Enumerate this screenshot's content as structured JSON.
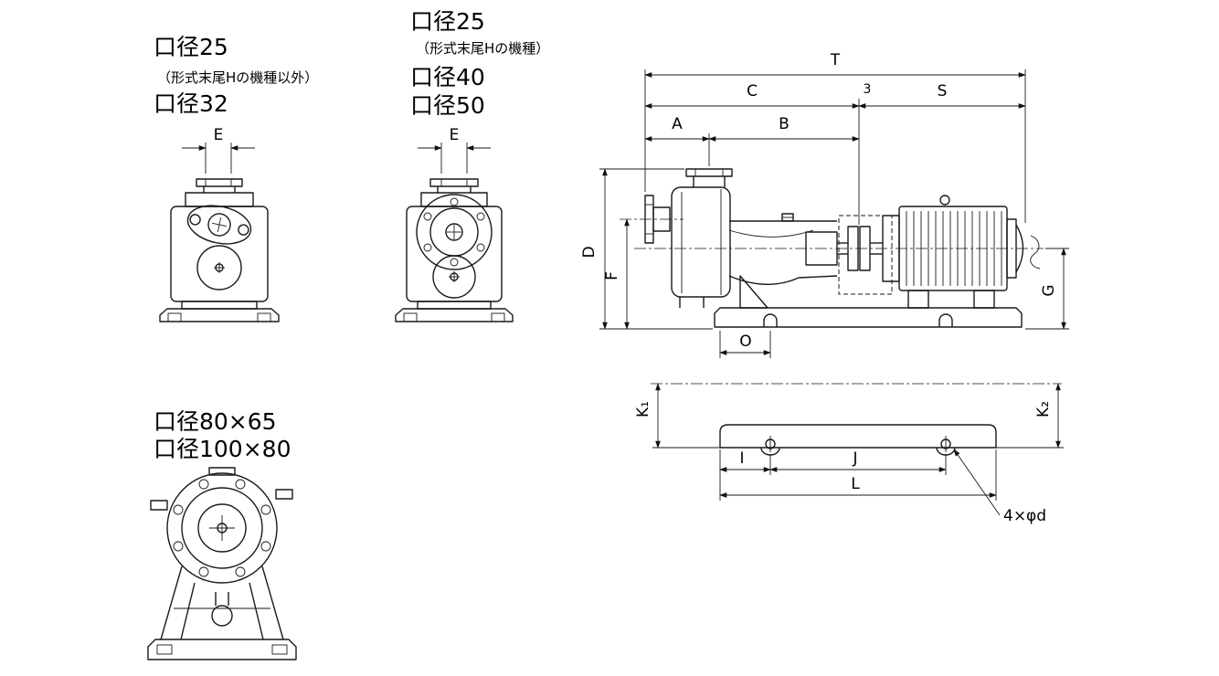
{
  "labels": {
    "group1": {
      "line1": "口径25",
      "line2": "（形式末尾Hの機種以外）",
      "line3": "口径32"
    },
    "group2": {
      "line1": "口径25",
      "line2": "（形式末尾Hの機種）",
      "line3": "口径40",
      "line4": "口径50"
    },
    "group3": {
      "line1": "口径80×65",
      "line2": "口径100×80"
    }
  },
  "dims": {
    "E": "E",
    "T": "T",
    "C": "C",
    "S": "S",
    "gap": "3",
    "A": "A",
    "B": "B",
    "D": "D",
    "F": "F",
    "G": "G",
    "O": "O",
    "K1": "K₁",
    "K2": "K₂",
    "I": "I",
    "J": "J",
    "L": "L",
    "holes": "4×φd"
  },
  "colors": {
    "line": "#1a1a1a",
    "text": "#000000",
    "background": "#ffffff"
  }
}
